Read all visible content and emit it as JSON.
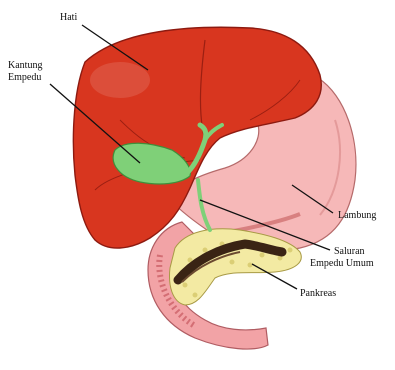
{
  "labels": {
    "liver": "Hati",
    "gallbladder_line1": "Kantung",
    "gallbladder_line2": "Empedu",
    "stomach": "Lambung",
    "bile_duct_line1": "Saluran",
    "bile_duct_line2": "Empedu Umum",
    "pancreas": "Pankreas"
  },
  "colors": {
    "liver": "#d8361f",
    "liver_dark": "#9b1f12",
    "gallbladder": "#7fd078",
    "stomach": "#f6b8b8",
    "intestine": "#f2a3a6",
    "intestine_inner": "#d46e74",
    "pancreas": "#f3eaa3",
    "duct_dark": "#3a2414"
  }
}
